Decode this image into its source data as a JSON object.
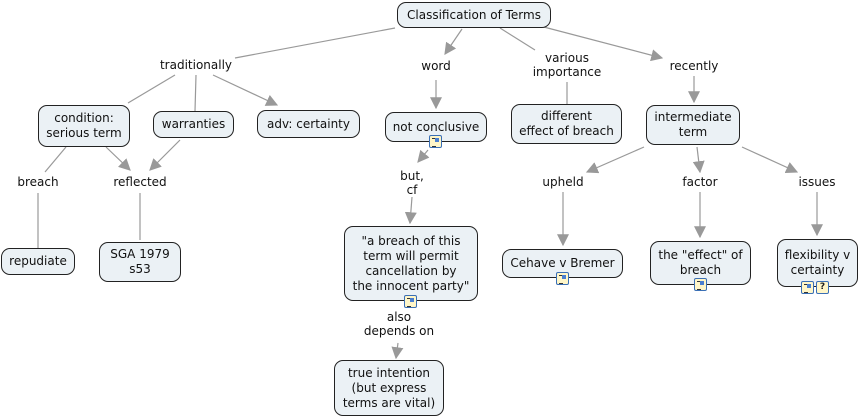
{
  "title": "Classification of Terms",
  "nodes": {
    "root": "Classification of Terms",
    "condition": "condition:\nserious term",
    "warranties": "warranties",
    "adv_certainty": "adv: certainty",
    "repudiate": "repudiate",
    "sga": "SGA 1979\ns53",
    "not_conclusive": "not conclusive",
    "quote": "\"a breach of this\nterm will permit\ncancellation by\nthe innocent party\"",
    "true_intention": "true intention\n(but express\nterms are vital)",
    "different_effect": "different\neffect of breach",
    "intermediate": "intermediate\nterm",
    "cehave": "Cehave v Bremer",
    "effect_of_breach": "the \"effect\" of\nbreach",
    "flexibility": "flexibility v\ncertainty"
  },
  "linking_phrases": {
    "traditionally": "traditionally",
    "word": "word",
    "various_importance": "various\nimportance",
    "recently": "recently",
    "breach": "breach",
    "reflected": "reflected",
    "but_cf": "but,\ncf",
    "also_depends_on": "also\ndepends on",
    "upheld": "upheld",
    "factor": "factor",
    "issues": "issues"
  },
  "resource_icons": {
    "document": "resource-document-icon",
    "help": "?"
  },
  "colors": {
    "node_fill": "#ebf1f5",
    "node_border": "#222222",
    "link": "#999999"
  }
}
